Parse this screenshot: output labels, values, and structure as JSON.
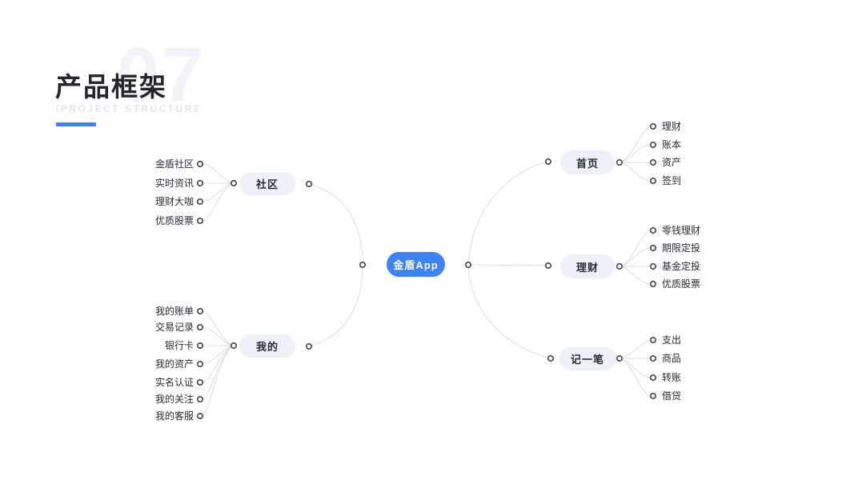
{
  "header": {
    "title": "产品框架",
    "subtitle": "/PROJECT STRUCTURE",
    "page_number_watermark": "07"
  },
  "colors": {
    "root_node_bg": "#3E82F7",
    "branch_node_bg": "#EDF0F6",
    "node_text": "#2B2B33",
    "connector_line": "#D9DBE1",
    "dot_stroke": "#43434B",
    "accent_bar": "#3D7FFC"
  },
  "mindmap": {
    "root": {
      "label": "金盾App"
    },
    "left_branches": [
      {
        "label": "社区",
        "children": [
          "金盾社区",
          "实时资讯",
          "理财大咖",
          "优质股票"
        ]
      },
      {
        "label": "我的",
        "children": [
          "我的账单",
          "交易记录",
          "银行卡",
          "我的资产",
          "实名认证",
          "我的关注",
          "我的客服"
        ]
      }
    ],
    "right_branches": [
      {
        "label": "首页",
        "children": [
          "理财",
          "账本",
          "资产",
          "签到"
        ]
      },
      {
        "label": "理财",
        "children": [
          "零钱理财",
          "期限定投",
          "基金定投",
          "优质股票"
        ]
      },
      {
        "label": "记一笔",
        "children": [
          "支出",
          "商品",
          "转账",
          "借贷"
        ]
      }
    ]
  }
}
